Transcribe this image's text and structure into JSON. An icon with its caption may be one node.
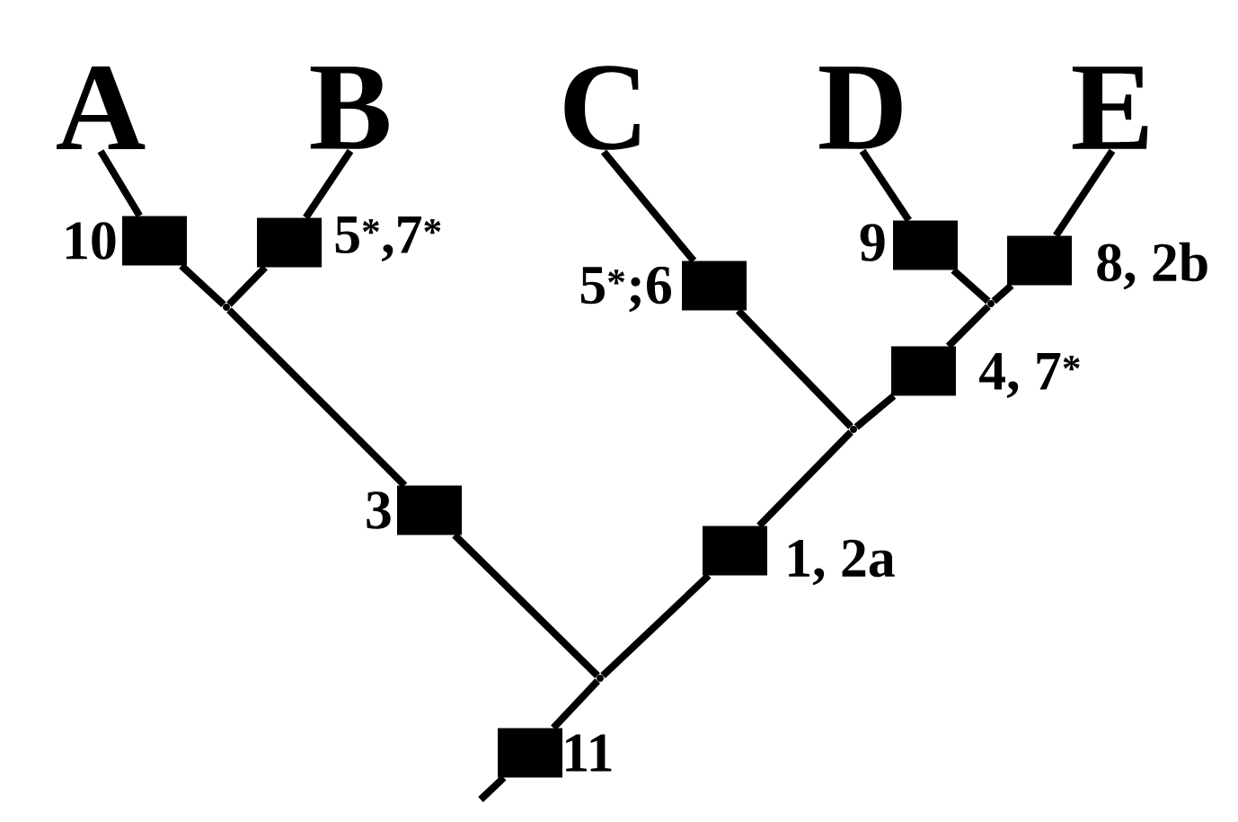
{
  "diagram": {
    "nodes": [
      {
        "text": [
          "A"
        ]
      },
      {
        "text": [
          "B"
        ]
      },
      {
        "text": [
          "C"
        ]
      },
      {
        "text": [
          "D"
        ]
      },
      {
        "text": [
          "E"
        ]
      },
      {
        "text": [],
        "shape": "box",
        "beside": [
          "10"
        ]
      },
      {
        "text": [],
        "shape": "box",
        "beside": [
          "5$^{*}$,7$^{*}$"
        ]
      },
      {
        "text": [],
        "shape": "box",
        "beside": [
          "5$^{*}$;6"
        ]
      },
      {
        "text": [],
        "shape": "box",
        "beside": [
          "9"
        ]
      },
      {
        "text": [],
        "shape": "box",
        "beside": [
          "8, 2b"
        ]
      },
      {
        "text": [],
        "shape": "box",
        "beside": [
          "4, 7$^{*}$"
        ]
      },
      {
        "text": [],
        "shape": "box",
        "beside": [
          "3"
        ]
      },
      {
        "text": [],
        "shape": "box",
        "beside": [
          "1, 2a"
        ]
      },
      {
        "text": [],
        "shape": "box",
        "beside": [
          "11"
        ]
      },
      {
        "text": [],
        "shape": "point"
      },
      {
        "text": [],
        "shape": "point"
      },
      {
        "text": [],
        "shape": "point"
      },
      {
        "text": [],
        "shape": "point"
      }
    ],
    "edges": [
      {
        "from": 0,
        "to": 5,
        "arrow": "none"
      },
      {
        "from": 5,
        "to": 14,
        "arrow": "none"
      },
      {
        "from": 1,
        "to": 6,
        "arrow": "none"
      },
      {
        "from": 6,
        "to": 14,
        "arrow": "none"
      },
      {
        "from": 14,
        "to": 11,
        "arrow": "none"
      },
      {
        "from": 11,
        "to": 17,
        "arrow": "none"
      },
      {
        "from": 2,
        "to": 7,
        "arrow": "none"
      },
      {
        "from": 7,
        "to": 16,
        "arrow": "none"
      },
      {
        "from": 3,
        "to": 8,
        "arrow": "none"
      },
      {
        "from": 8,
        "to": 15,
        "arrow": "none"
      },
      {
        "from": 4,
        "to": 9,
        "arrow": "none"
      },
      {
        "from": 9,
        "to": 15,
        "arrow": "none"
      },
      {
        "from": 15,
        "to": 10,
        "arrow": "none"
      },
      {
        "from": 10,
        "to": 16,
        "arrow": "none"
      },
      {
        "from": 16,
        "to": 12,
        "arrow": "none"
      },
      {
        "from": 12,
        "to": 17,
        "arrow": "none"
      },
      {
        "from": 17,
        "to": 13,
        "arrow": "none"
      },
      {
        "from": 13,
        "to": null,
        "arrow": "none"
      }
    ]
  }
}
